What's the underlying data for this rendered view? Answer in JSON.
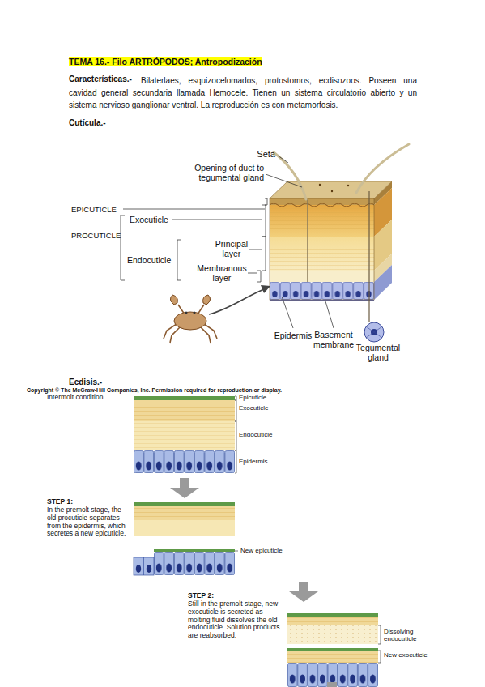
{
  "diagram": {
    "title": "TEMA 16.- Filo ARTRÓPODOS; Antropodización",
    "labels": [
      "Características.-",
      "Bilaterlaes, esquizocelomados, protostomos, ecdisozoos. Poseen una cavidad general secundaria llamada Hemocele. Tienen un sistema circulatorio abierto y un sistema nervioso ganglionar ventral. La reproducción es con metamorfosis.",
      "Cutícula.-",
      "Seta",
      "Opening of duct to tegumental gland",
      "EPICUTICLE",
      "Exocuticle",
      "PROCUTICLE",
      "Principal layer",
      "Endocuticle",
      "Membranous layer",
      "Epidermis",
      "Basement membrane",
      "Tegumental gland",
      "Ecdisis.-",
      "Copyright © The McGraw-Hill Companies, Inc. Permission required for reproduction or display.",
      "Intermolt condition",
      "Epicuticle",
      "Exocuticle",
      "Endocuticle",
      "Epidermis",
      "STEP 1:",
      "In the premolt stage, the old procuticle separates from the epidermis, which secretes a new epicuticle.",
      "New epicuticle",
      "STEP 2:",
      "Still in the premolt stage, new exocuticle is secreted as molting fluid dissolves the old endocuticle. Solution products are reabsorbed.",
      "Dissolving endocuticle",
      "New exocuticle"
    ]
  }
}
